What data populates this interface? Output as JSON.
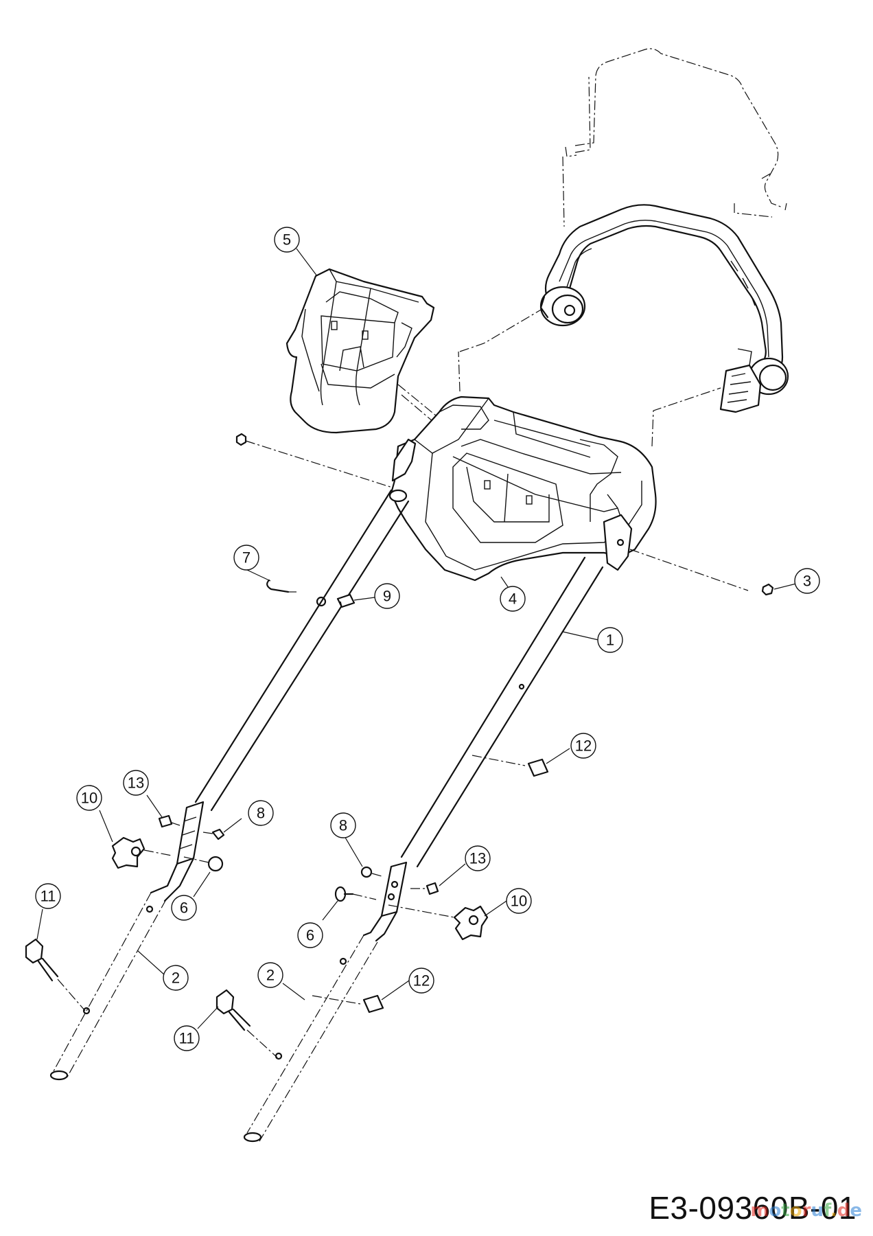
{
  "drawing_code": "E3-09360B-01",
  "watermark": "motoruf.de",
  "callouts": [
    "1",
    "2",
    "2",
    "3",
    "4",
    "5",
    "6",
    "6",
    "7",
    "8",
    "8",
    "9",
    "10",
    "10",
    "11",
    "11",
    "12",
    "12",
    "13",
    "13"
  ]
}
